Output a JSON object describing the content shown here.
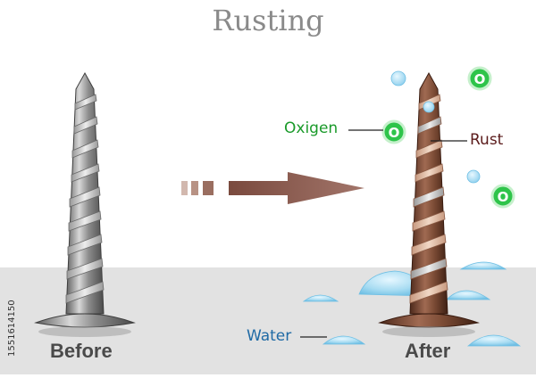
{
  "title": "Rusting",
  "labels": {
    "before": "Before",
    "after": "After",
    "oxygen": "Oxigen",
    "rust": "Rust",
    "water": "Water"
  },
  "oxygen_symbol": "O",
  "side_id": "1551614150",
  "colors": {
    "title": "#8a8a8a",
    "ground": "#e2e2e2",
    "steel": "#8c8c8c",
    "rust": "#7a4a34",
    "arrow": "#8a5a4e",
    "water": "#9fd8f0",
    "oxygen_green": "#2ec44a",
    "oxygen_label": "#1a9a2a",
    "rust_label": "#5a1a1a",
    "water_label": "#1f6aa5"
  }
}
